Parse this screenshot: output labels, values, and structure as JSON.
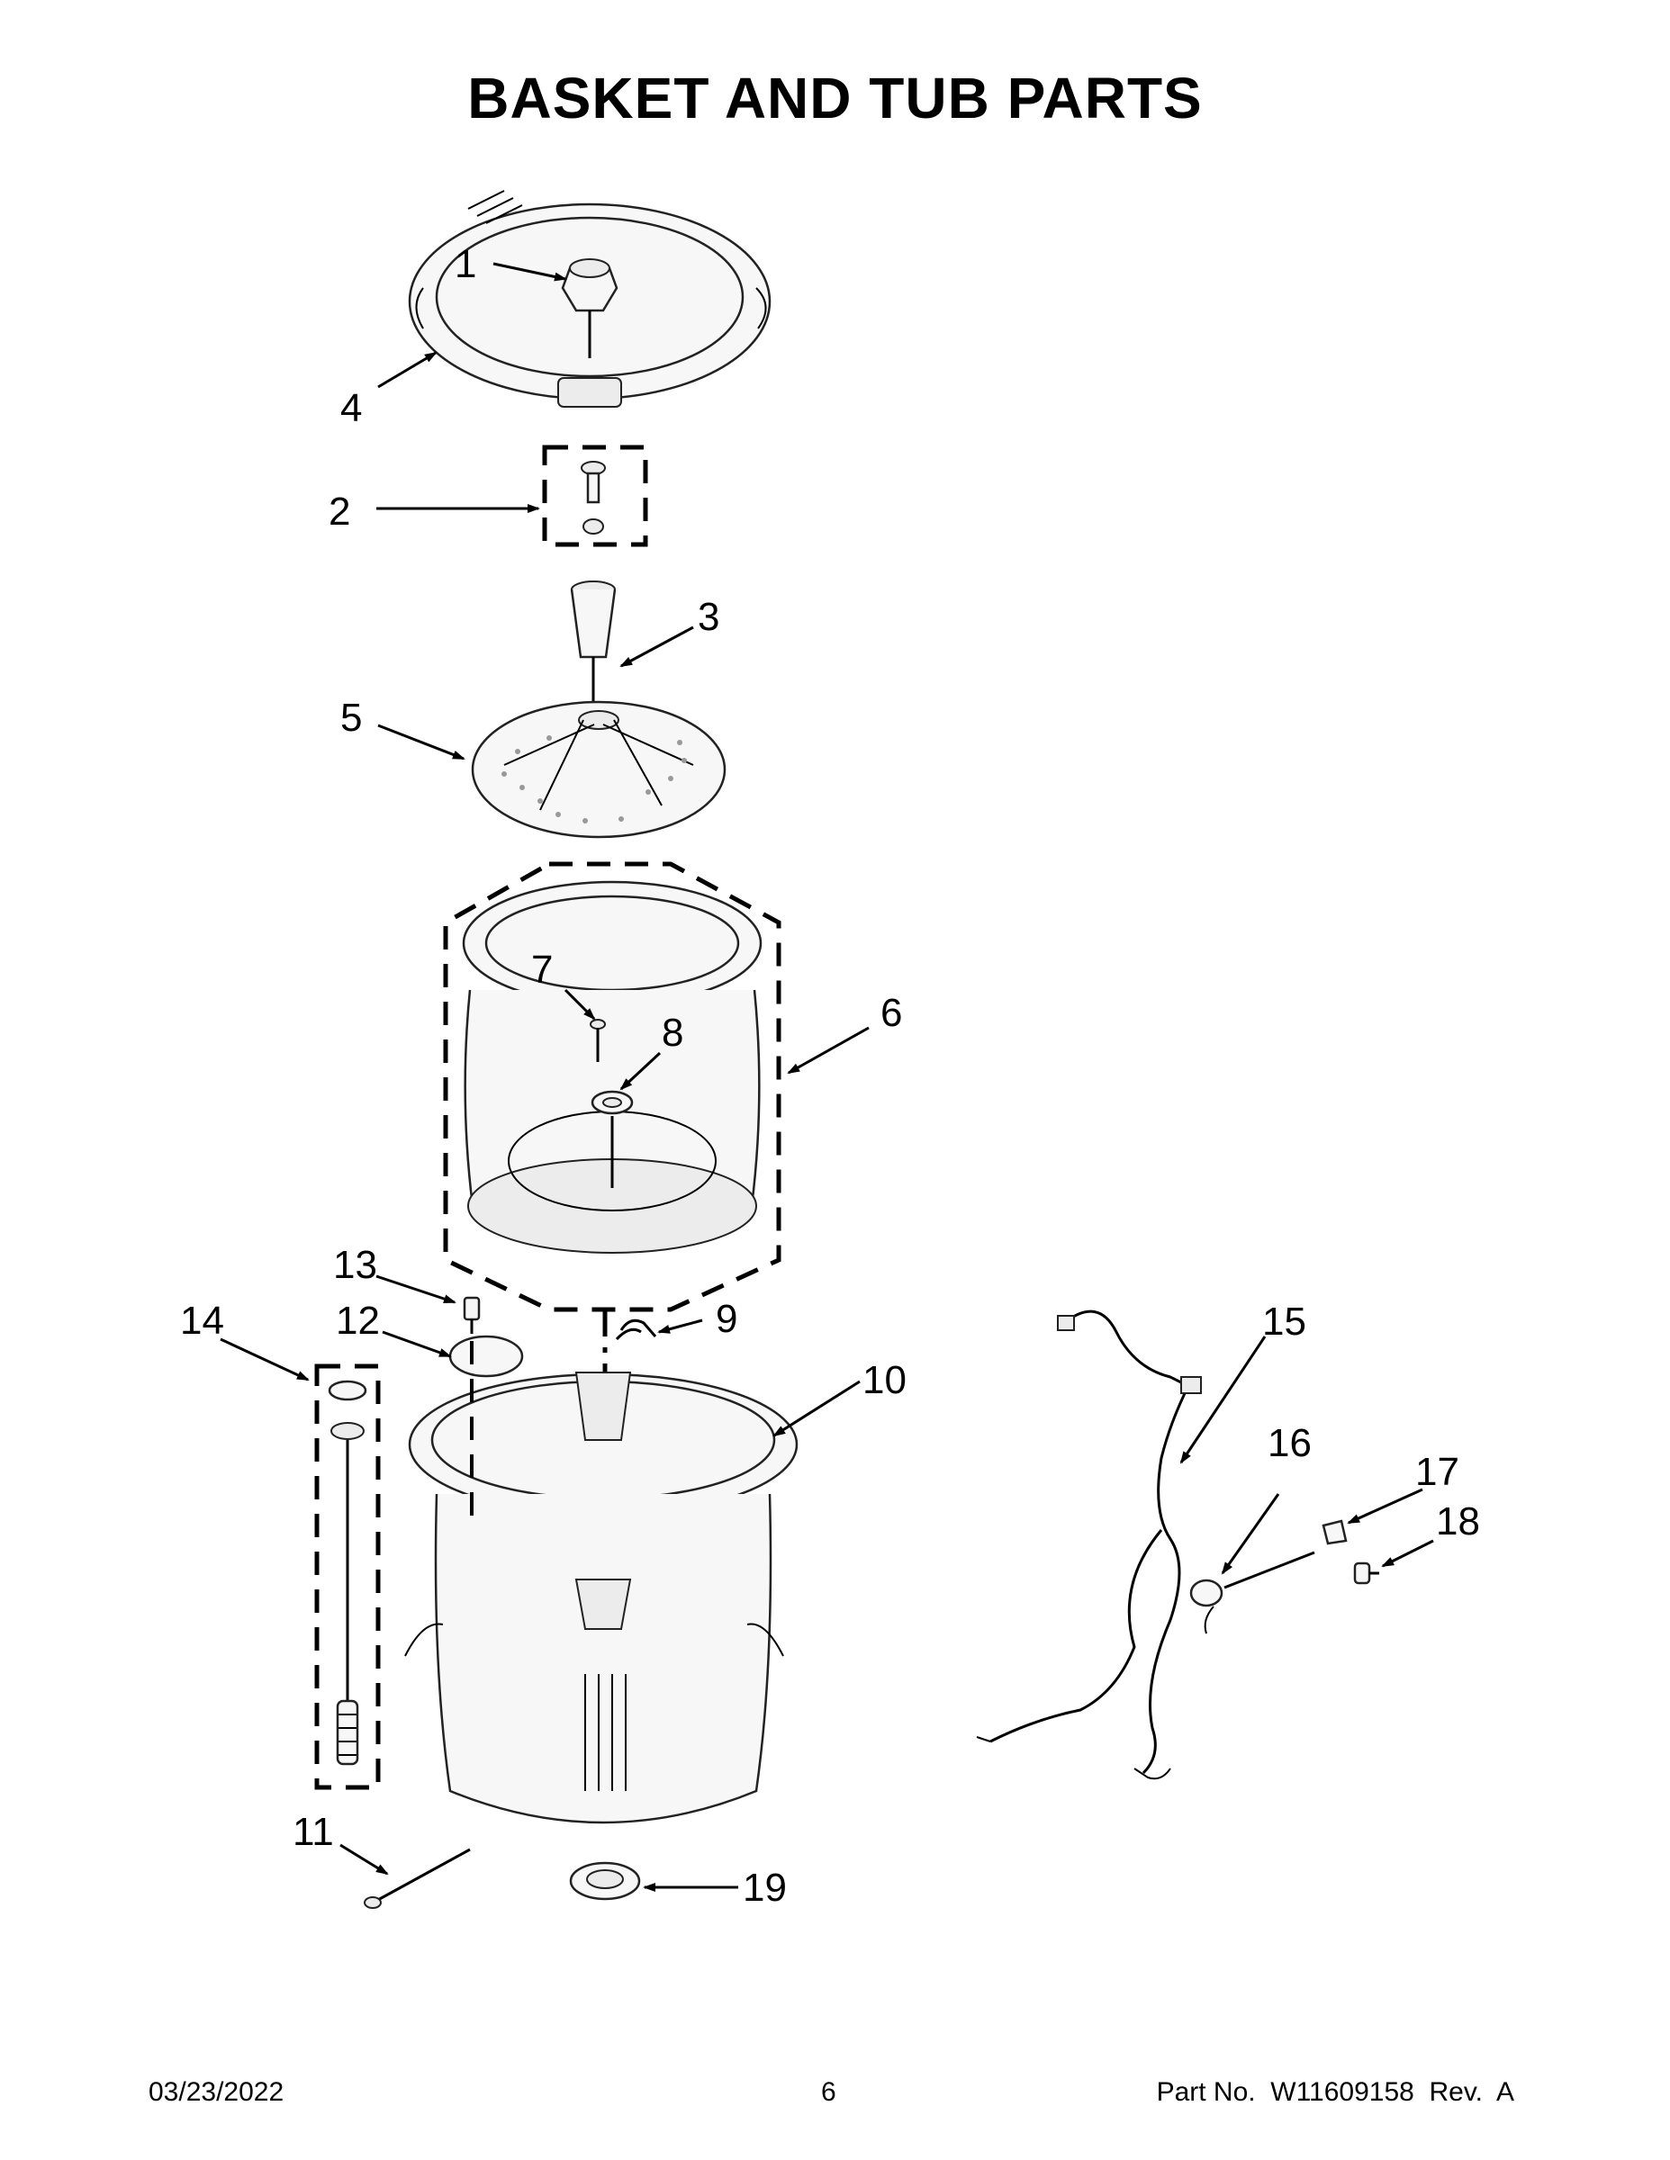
{
  "title": "BASKET AND TUB PARTS",
  "callouts": [
    "1",
    "2",
    "3",
    "4",
    "5",
    "6",
    "7",
    "8",
    "9",
    "10",
    "11",
    "12",
    "13",
    "14",
    "15",
    "16",
    "17",
    "18",
    "19"
  ],
  "footer": {
    "date": "03/23/2022",
    "page": "6",
    "part": "Part No.  W11609158  Rev.  A"
  }
}
